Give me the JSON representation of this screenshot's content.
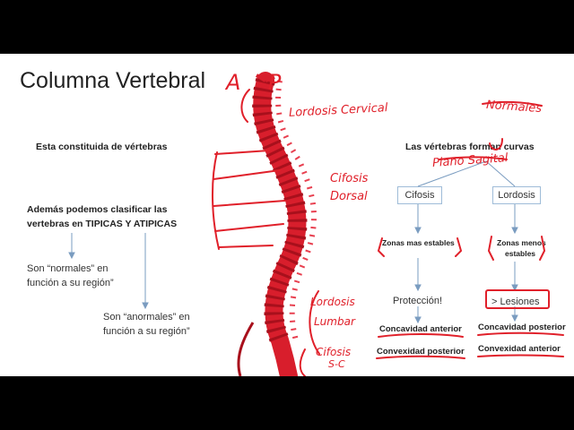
{
  "title": "Columna Vertebral",
  "left": {
    "line1": "Esta constituida de vértebras",
    "line2a": "Además podemos clasificar las",
    "line2b": "vertebras en TIPICAS Y ATIPICAS",
    "normales_a": "Son “normales” en",
    "normales_b": "función a su región”",
    "anormales_a": "Son “anormales” en",
    "anormales_b": "función a su región”"
  },
  "right": {
    "heading": "Las vértebras forman curvas",
    "cifosis": "Cifosis",
    "lordosis": "Lordosis",
    "zonas_estables": "Zonas mas estables",
    "zonas_menos_a": "Zonas menos",
    "zonas_menos_b": "estables",
    "proteccion": "Protección!",
    "lesiones": "> Lesiones",
    "concavidad_anterior": "Concavidad anterior",
    "convexidad_posterior": "Convexidad  posterior",
    "concavidad_posterior": "Concavidad posterior",
    "convexidad_anterior": "Convexidad  anterior"
  },
  "handwriting": {
    "a_p": "A    P",
    "lordosis_cervical": "Lordosis Cervical",
    "cifosis_dorsal_a": "Cifosis",
    "cifosis_dorsal_b": "Dorsal",
    "lordosis_lumbar_a": "Lordosis",
    "lordosis_lumbar_b": "Lumbar",
    "cifosis_sc_a": "Cifosis",
    "cifosis_sc_b": "S-C",
    "normales": "Normales",
    "plano_sagital": "Plano Sagital"
  },
  "colors": {
    "ink": "#e0202a",
    "spine": "#d81e2c",
    "arrow": "#7a9cc0"
  }
}
